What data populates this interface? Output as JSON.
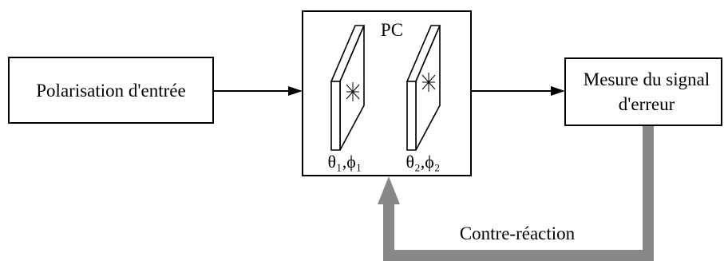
{
  "input_box": {
    "label": "Polarisation d'entrée"
  },
  "pc_box": {
    "title": "PC",
    "plate1_params": "θ₁,ϕ₁",
    "plate2_params": "θ₂,ϕ₂"
  },
  "measure_box": {
    "label_line1": "Mesure du signal",
    "label_line2": "d'erreur"
  },
  "feedback": {
    "label": "Contre-réaction",
    "color": "#888888"
  }
}
